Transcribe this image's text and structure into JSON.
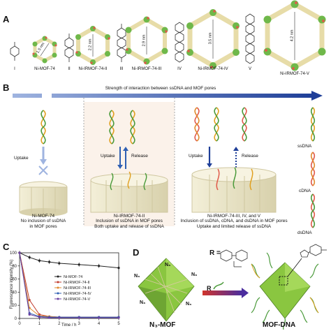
{
  "panelA": {
    "letter": "A",
    "linkers": [
      "I",
      "II",
      "III",
      "IV",
      "V"
    ],
    "mofs": [
      "Ni-MOF-74",
      "Ni-IRMOF-74-II",
      "Ni-IRMOF-74-III",
      "Ni-IRMOF-74-IV",
      "Ni-IRMOF-74-V"
    ],
    "sizes": [
      "1.5 nm",
      "2.2 nm",
      "2.9 nm",
      "3.5 nm",
      "4.2 nm"
    ]
  },
  "panelB": {
    "letter": "B",
    "arrow_label": "Strength of interaction between ssDNA and MOF pores",
    "uptake": "Uptake",
    "release": "Release",
    "caption1": [
      "Ni-MOF-74",
      "No inclusion of ssDNA",
      "in MOF pores"
    ],
    "caption2": [
      "Ni-IRMOF-74-II",
      "Inclusion of ssDNA in MOF pores",
      "Both uptake and release of ssDNA"
    ],
    "caption3": [
      "Ni-IRMOF-74-III, IV, and V",
      "Inclusion of ssDNA, cDNA, and dsDNA in MOF pores",
      "Uptake and limited release of ssDNA"
    ],
    "legend": [
      "ssDNA",
      "cDNA",
      "dsDNA"
    ]
  },
  "panelC": {
    "letter": "C",
    "ylabel": "Fluorescence intensity (%)",
    "xlabel": "Time / h",
    "legend": [
      "Ni-MOF-74",
      "Ni-IRMOF-74-II",
      "Ni-IRMOF-74-III",
      "Ni-IRMOF-74-IV",
      "Ni-IRMOF-74-V"
    ]
  },
  "panelD": {
    "letter": "D",
    "r_label": "R =",
    "r_arrow": "R",
    "left_label": "N₃-MOF",
    "right_label": "MOF-DNA",
    "n3": "N₃"
  },
  "chart_data": {
    "type": "line",
    "xlabel": "Time / h",
    "ylabel": "Fluorescence intensity (%)",
    "xlim": [
      0,
      5
    ],
    "ylim": [
      0,
      100
    ],
    "xticks": [
      0,
      1,
      2,
      3,
      4,
      5
    ],
    "yticks": [
      0,
      20,
      40,
      60,
      80,
      100
    ],
    "series": [
      {
        "name": "Ni-MOF-74",
        "color": "#222222",
        "x": [
          0,
          0.5,
          1,
          1.5,
          2,
          3,
          4,
          5
        ],
        "y": [
          100,
          93,
          88,
          86,
          84,
          82,
          80,
          77
        ]
      },
      {
        "name": "Ni-IRMOF-74-II",
        "color": "#c0392b",
        "x": [
          0,
          0.5,
          1,
          1.5,
          2,
          3,
          4,
          5
        ],
        "y": [
          100,
          28,
          6,
          3,
          2,
          2,
          2,
          2
        ]
      },
      {
        "name": "Ni-IRMOF-74-III",
        "color": "#e08a2e",
        "x": [
          0,
          0.5,
          1,
          1.5,
          2,
          3,
          4,
          5
        ],
        "y": [
          100,
          16,
          4,
          3,
          2,
          2,
          2,
          2
        ]
      },
      {
        "name": "Ni-IRMOF-74-IV",
        "color": "#2e5fb3",
        "x": [
          0,
          0.5,
          1,
          1.5,
          2,
          3,
          4,
          5
        ],
        "y": [
          100,
          8,
          3,
          2,
          2,
          2,
          2,
          2
        ]
      },
      {
        "name": "Ni-IRMOF-74-V",
        "color": "#6a3fa0",
        "x": [
          0,
          0.5,
          1,
          1.5,
          2,
          3,
          4,
          5
        ],
        "y": [
          100,
          6,
          2,
          1,
          1,
          1,
          1,
          1
        ]
      }
    ]
  }
}
